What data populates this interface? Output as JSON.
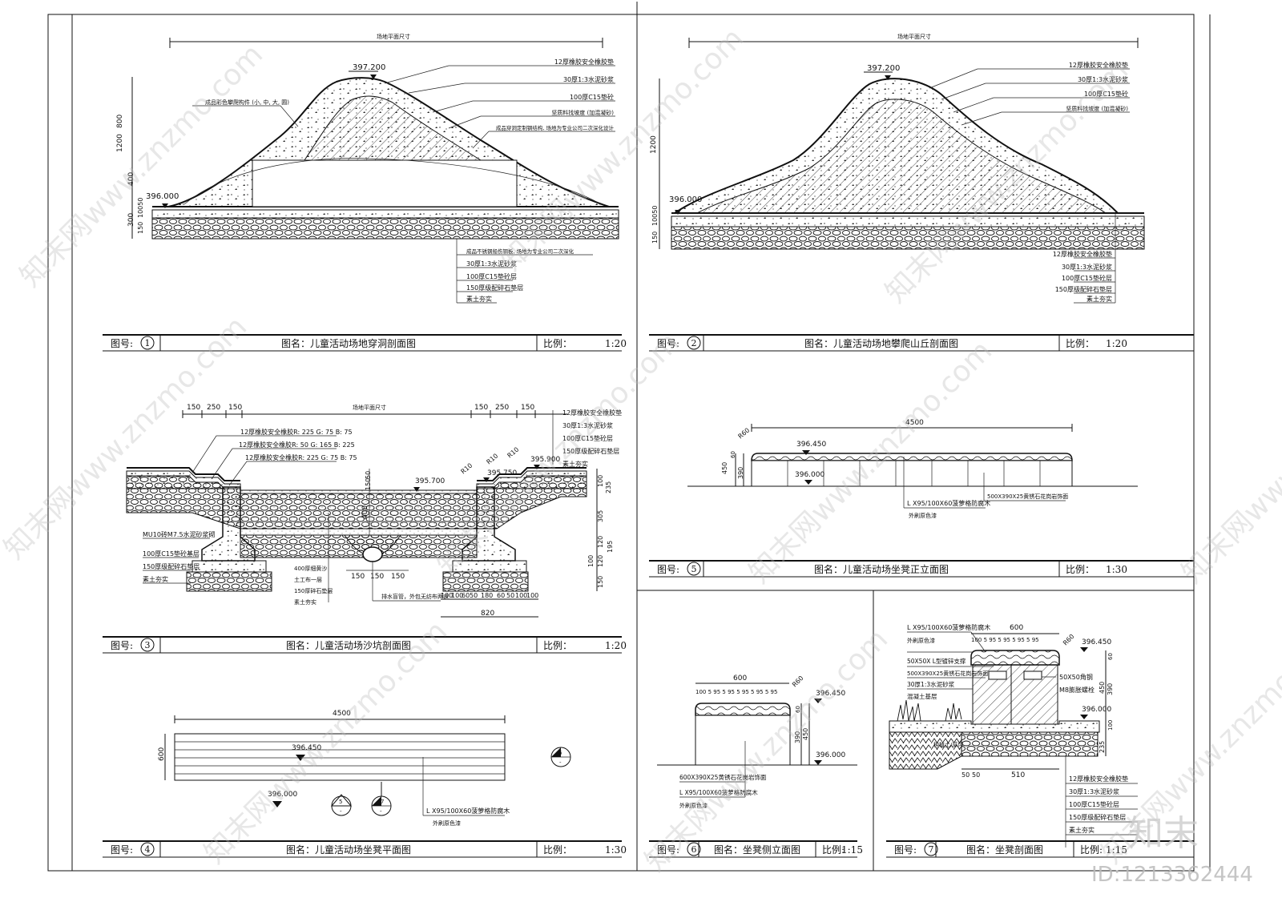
{
  "watermark": {
    "text": "知末网www.znzmo.com",
    "logo": "知末",
    "id_label": "ID:1213362444"
  },
  "panels": {
    "p1": {
      "num_label": "图号:",
      "num": "1",
      "title": "图名：儿童活动场地穿洞剖面图",
      "scale_label": "比例：",
      "scale": "1:20",
      "elev_top": "397.200",
      "elev_base": "396.000",
      "layers": [
        "12厚橡胶安全橡胶垫",
        "30厚1:3水泥砂浆",
        "100厚C15垫砼",
        "坚质料找坡度 (加混凝砂)",
        "成品穿洞定制钢结构, 场地为专业公司二次深化设计"
      ],
      "layers_low": [
        "成品不锈钢船伤钢板, 场地为专业公司二次深化",
        "30厚1:3水泥砂浆",
        "100厚C15垫砼层",
        "150厚级配碎石垫层",
        "素土夯实"
      ],
      "left_note": "成品彩色攀爬构件 (小, 中, 大, 圆)",
      "dims_v": [
        "800",
        "1200",
        "400",
        "300",
        "10050",
        "150"
      ],
      "dim_top": "场地平面尺寸"
    },
    "p2": {
      "num_label": "图号:",
      "num": "2",
      "title": "图名：儿童活动场地攀爬山丘剖面图",
      "scale_label": "比例：",
      "scale": "1:20",
      "elev_top": "397.200",
      "elev_base": "396.000",
      "layers": [
        "12厚橡胶安全橡胶垫",
        "30厚1:3水泥砂浆",
        "100厚C15垫砼",
        "坚质料找坡度 (加混凝砂)"
      ],
      "layers_low": [
        "12厚橡胶安全橡胶垫",
        "30厚1:3水泥砂浆",
        "100厚C15垫砼层",
        "150厚级配碎石垫层",
        "素土夯实"
      ],
      "dims_v": [
        "1200",
        "10050",
        "150"
      ],
      "dim_top": "场地平面尺寸"
    },
    "p3": {
      "num_label": "图号:",
      "num": "3",
      "title": "图名：儿童活动场沙坑剖面图",
      "scale_label": "比例：",
      "scale": "1:20",
      "dims_top": [
        "150",
        "250",
        "150",
        "场地平面尺寸",
        "150",
        "250",
        "150"
      ],
      "elevs": [
        "395.900",
        "395.750",
        "395.700"
      ],
      "r_labels": [
        "R10",
        "R10",
        "R10"
      ],
      "notes_left": [
        "12厚橡胶安全橡胶R: 225 G: 75 B: 75",
        "12厚橡胶安全橡胶R: 50 G: 165 B: 225",
        "12厚橡胶安全橡胶R: 225 G: 75 B: 75"
      ],
      "notes_right": [
        "12厚橡胶安全橡胶垫",
        "30厚1:3水泥砂浆",
        "100厚C15垫砼层",
        "150厚级配碎石垫层",
        "素土夯实"
      ],
      "notes_bl": [
        "MU10砖M7.5水泥砂浆砌",
        "100厚C15垫砼基层",
        "150厚级配碎石垫层",
        "素土夯实"
      ],
      "notes_bm": [
        "400厚细黄沙",
        "土工布一层",
        "150厚碎石垫层",
        "素土夯实"
      ],
      "note_drain": "排水盲管，外包无纺布两道",
      "dims_mid": [
        "50",
        "150",
        "400",
        "150",
        "150",
        "150"
      ],
      "dims_right": [
        "100",
        "235",
        "305",
        "120",
        "120",
        "100",
        "150",
        "195"
      ],
      "dims_bottom": [
        "100",
        "100",
        "60",
        "50",
        "180",
        "60",
        "50",
        "100",
        "100"
      ],
      "dim_total": "820"
    },
    "p4": {
      "num_label": "图号:",
      "num": "4",
      "title": "图名：儿童活动场坐凳平面图",
      "scale_label": "比例：",
      "scale": "1:30",
      "dim_w": "4500",
      "dim_h": "600",
      "elev_a": "396.450",
      "elev_b": "396.000",
      "note": "L X95/100X60菠萝格防腐木",
      "note2": "外刷原色漆",
      "sym6_top": "6",
      "sym6_bot": "-",
      "sym5_top": "5",
      "sym5_bot": "-",
      "sym7_top": "7",
      "sym7_bot": "-"
    },
    "p5": {
      "num_label": "图号:",
      "num": "5",
      "title": "图名：儿童活动场坐凳正立面图",
      "scale_label": "比例：",
      "scale": "1:30",
      "dim_w": "4500",
      "elev_a": "396.450",
      "elev_b": "396.000",
      "r": "R60",
      "dims_v": [
        "60",
        "390",
        "450"
      ],
      "note1": "L X95/100X60菠萝格防腐木",
      "note2": "外刷原色漆",
      "note3": "500X390X25黄锈石花岗岩饰面"
    },
    "p6": {
      "num_label": "图号:",
      "num": "6",
      "title": "图名：坐凳侧立面图",
      "scale_label": "比例:",
      "scale": "1:15",
      "dim_w": "600",
      "dims_slats": "100 5 95 5 95 5 95 5 95 5 95",
      "r": "R60",
      "elev_a": "396.450",
      "elev_b": "396.000",
      "dims_v": [
        "60",
        "390",
        "450"
      ],
      "note1": "600X390X25黄锈石花岗岩饰面",
      "note2": "L X95/100X60菠萝格防腐木",
      "note3": "外刷原色漆"
    },
    "p7": {
      "num_label": "图号:",
      "num": "7",
      "title": "图名：坐凳剖面图",
      "scale_label": "比例:",
      "scale": "1:15",
      "dim_w": "600",
      "dims_slats": "100 5 95 5 95 5 95 5 95",
      "r": "R60",
      "elev_a": "396.450",
      "elev_b": "396.000",
      "notes_left": [
        "L X95/100X60菠萝格防腐木",
        "外刷原色漆",
        "50X50X L型镀锌支撑",
        "500X390X25黄锈石花岗岩饰面",
        "30厚1:3水泥砂浆",
        "混凝土基层"
      ],
      "notes_right": [
        "50X50角钢",
        "M8膨胀螺栓"
      ],
      "note_plant": "种植土/草坪",
      "dims_v": [
        "60",
        "390",
        "450",
        "100",
        "235"
      ],
      "dims_bottom": [
        "50",
        "50",
        "510"
      ],
      "layers_low": [
        "12厚橡胶安全橡胶垫",
        "30厚1:3水泥砂浆",
        "100厚C15垫砼层",
        "150厚级配碎石垫层",
        "素土夯实"
      ]
    }
  }
}
